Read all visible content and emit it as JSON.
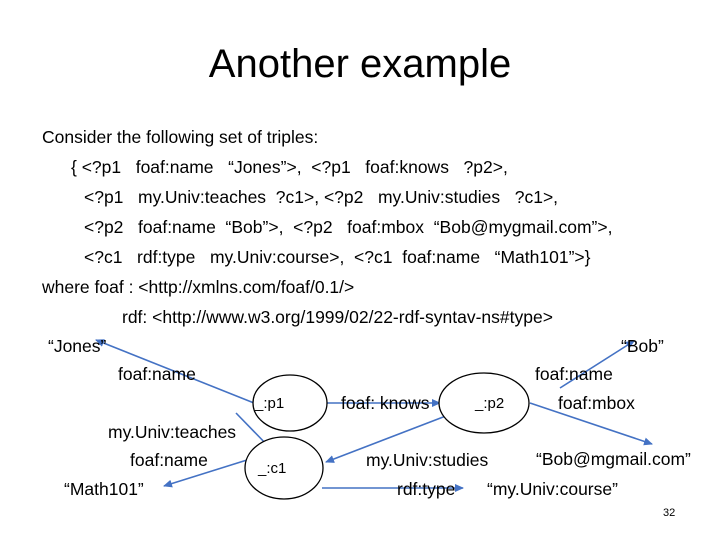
{
  "slide": {
    "title": "Another example",
    "page_number": "32"
  },
  "body_lines": [
    "Consider the following set of triples:",
    "{ <?p1   foaf:name   “Jones”>,  <?p1   foaf:knows   ?p2>,",
    "<?p1   my.Univ:teaches  ?c1>, <?p2   my.Univ:studies   ?c1>,",
    "<?p2   foaf:name  “Bob”>,  <?p2   foaf:mbox  “Bob@mygmail.com”>,",
    "<?c1   rdf:type   my.Univ:course>,  <?c1  foaf:name   “Math101”>}",
    "where foaf : <http://xmlns.com/foaf/0.1/>",
    "rdf: <http://www.w3.org/1999/02/22-rdf-syntav-ns#type>"
  ],
  "graph": {
    "nodes": {
      "p1": "_:p1",
      "p2": "_:p2",
      "c1": "_:c1"
    },
    "literals": {
      "jones": "“Jones”",
      "bob": "“Bob”",
      "math": "“Math101”",
      "email": "“Bob@mgmail.com”",
      "course": "“my.Univ:course”"
    },
    "edge_labels": {
      "p1_name": "foaf:name",
      "knows": "foaf: knows",
      "p2_name": "foaf:name",
      "mbox": "foaf:mbox",
      "teaches": "my.Univ:teaches",
      "c1_name": "foaf:name",
      "studies": "my.Univ:studies",
      "type": "rdf:type"
    },
    "edge_color": "#4472c4"
  }
}
